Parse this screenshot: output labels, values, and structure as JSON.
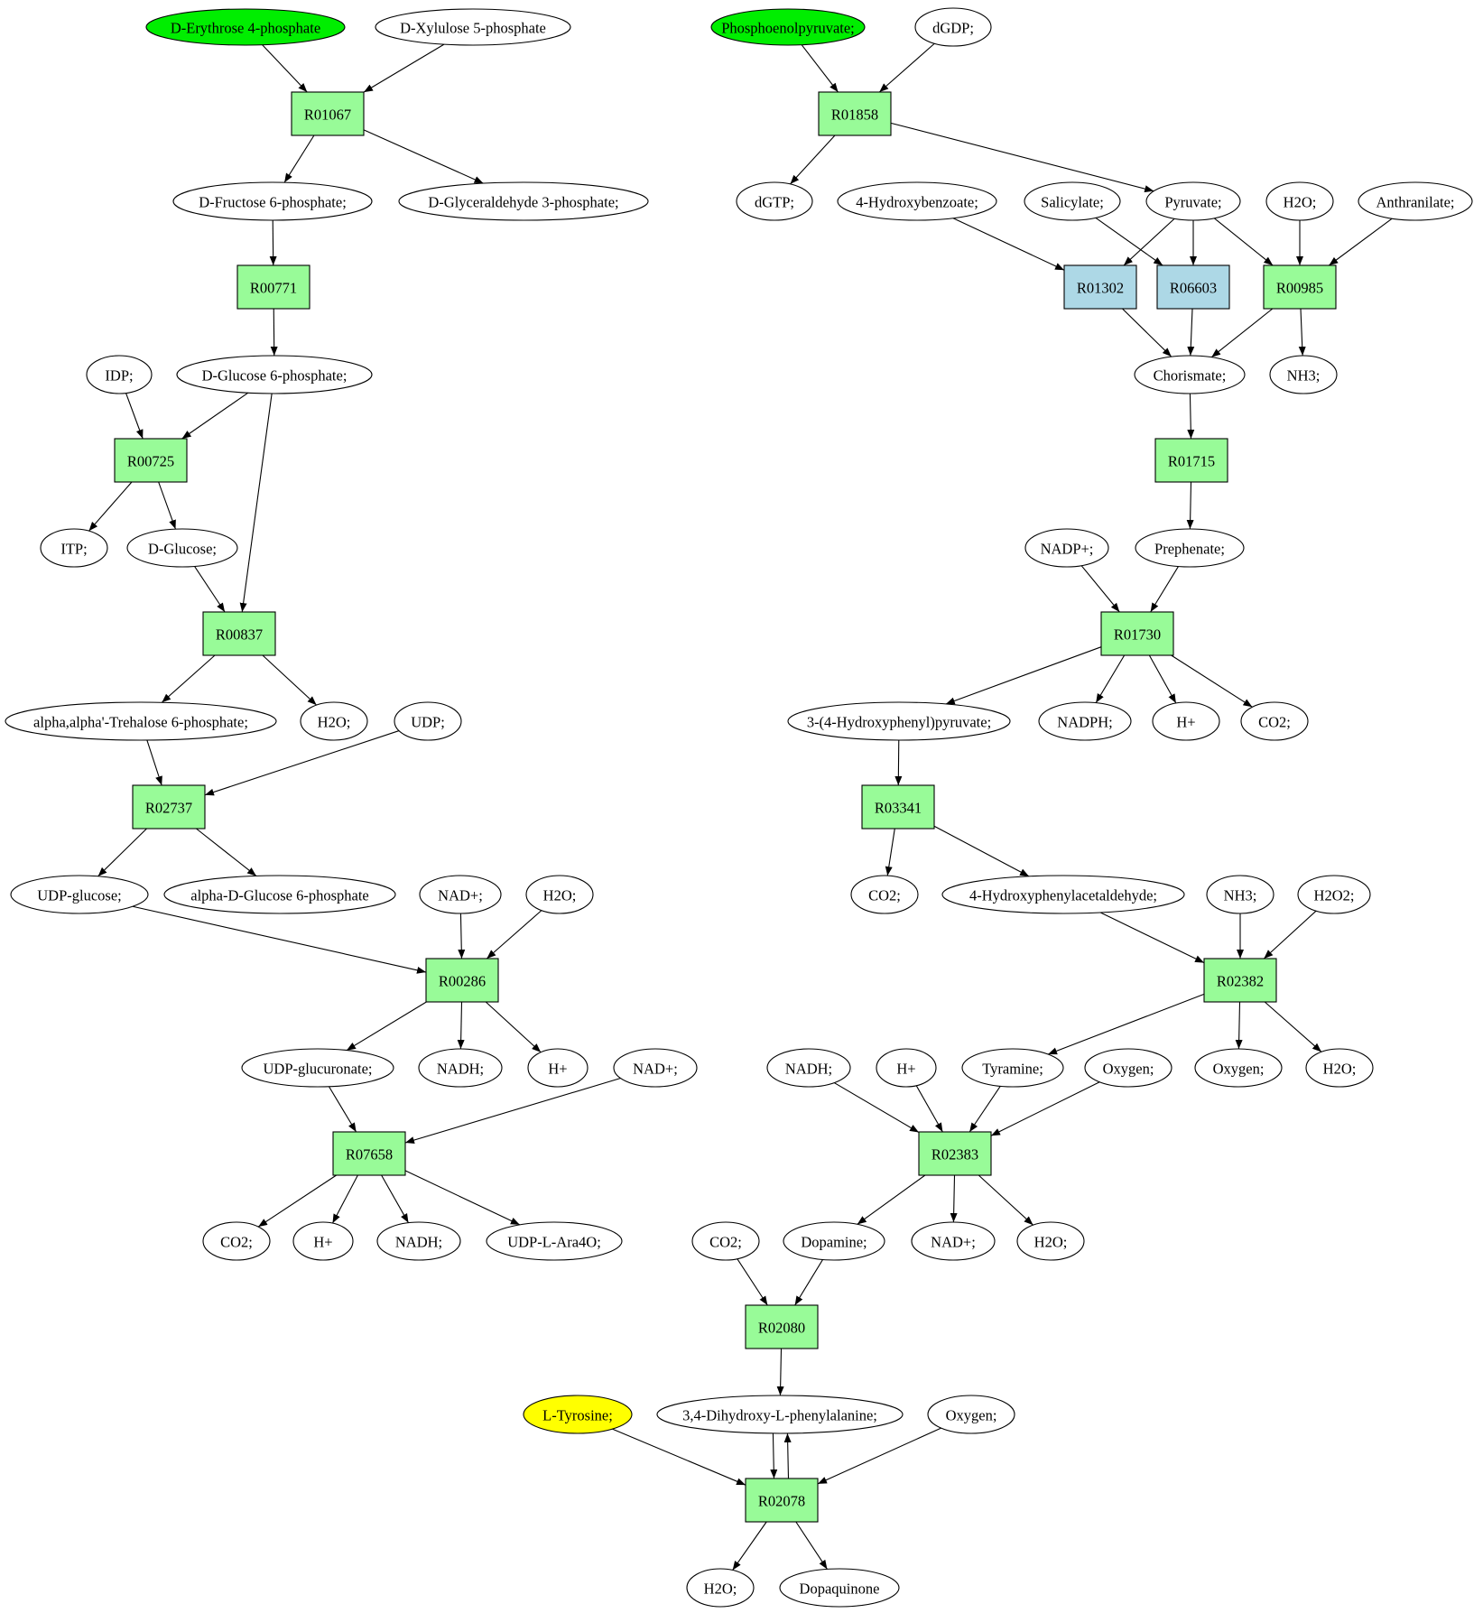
{
  "colors": {
    "reaction": "#98fb98",
    "reaction_alt": "#add8e6",
    "start_compound": "#00ee00",
    "target_compound": "#ffff00",
    "compound": "#ffffff"
  },
  "compounds": [
    {
      "id": "c1",
      "label": "D-Erythrose 4-phosphate",
      "fill": "start_compound"
    },
    {
      "id": "c2",
      "label": "D-Xylulose 5-phosphate"
    },
    {
      "id": "c3",
      "label": "D-Fructose 6-phosphate;"
    },
    {
      "id": "c4",
      "label": "D-Glyceraldehyde 3-phosphate;"
    },
    {
      "id": "c5",
      "label": "IDP;"
    },
    {
      "id": "c6",
      "label": "D-Glucose 6-phosphate;"
    },
    {
      "id": "c7",
      "label": "ITP;"
    },
    {
      "id": "c8",
      "label": "D-Glucose;"
    },
    {
      "id": "c9",
      "label": "alpha,alpha'-Trehalose 6-phosphate;"
    },
    {
      "id": "c10",
      "label": "H2O;"
    },
    {
      "id": "c11",
      "label": "UDP;"
    },
    {
      "id": "c12",
      "label": "UDP-glucose;"
    },
    {
      "id": "c13",
      "label": "alpha-D-Glucose 6-phosphate"
    },
    {
      "id": "c14",
      "label": "NAD+;"
    },
    {
      "id": "c15",
      "label": "H2O;"
    },
    {
      "id": "c16",
      "label": "UDP-glucuronate;"
    },
    {
      "id": "c17",
      "label": "NADH;"
    },
    {
      "id": "c18",
      "label": "H+"
    },
    {
      "id": "c19",
      "label": "NAD+;"
    },
    {
      "id": "c20",
      "label": "CO2;"
    },
    {
      "id": "c21",
      "label": "H+"
    },
    {
      "id": "c22",
      "label": "NADH;"
    },
    {
      "id": "c23",
      "label": "UDP-L-Ara4O;"
    },
    {
      "id": "c24",
      "label": "Phosphoenolpyruvate;",
      "fill": "start_compound"
    },
    {
      "id": "c25",
      "label": "dGDP;"
    },
    {
      "id": "c26",
      "label": "dGTP;"
    },
    {
      "id": "c27",
      "label": "4-Hydroxybenzoate;"
    },
    {
      "id": "c28",
      "label": "Salicylate;"
    },
    {
      "id": "c29",
      "label": "Pyruvate;"
    },
    {
      "id": "c30",
      "label": "H2O;"
    },
    {
      "id": "c31",
      "label": "Anthranilate;"
    },
    {
      "id": "c32",
      "label": "Chorismate;"
    },
    {
      "id": "c33",
      "label": "NH3;"
    },
    {
      "id": "c34",
      "label": "NADP+;"
    },
    {
      "id": "c35",
      "label": "Prephenate;"
    },
    {
      "id": "c36",
      "label": "3-(4-Hydroxyphenyl)pyruvate;"
    },
    {
      "id": "c37",
      "label": "NADPH;"
    },
    {
      "id": "c38",
      "label": "H+"
    },
    {
      "id": "c39",
      "label": "CO2;"
    },
    {
      "id": "c40",
      "label": "CO2;"
    },
    {
      "id": "c41",
      "label": "4-Hydroxyphenylacetaldehyde;"
    },
    {
      "id": "c42",
      "label": "NH3;"
    },
    {
      "id": "c43",
      "label": "H2O2;"
    },
    {
      "id": "c44",
      "label": "NADH;"
    },
    {
      "id": "c45",
      "label": "H+"
    },
    {
      "id": "c46",
      "label": "Tyramine;"
    },
    {
      "id": "c47",
      "label": "Oxygen;"
    },
    {
      "id": "c48",
      "label": "Oxygen;"
    },
    {
      "id": "c49",
      "label": "H2O;"
    },
    {
      "id": "c50",
      "label": "CO2;"
    },
    {
      "id": "c51",
      "label": "Dopamine;"
    },
    {
      "id": "c52",
      "label": "NAD+;"
    },
    {
      "id": "c53",
      "label": "H2O;"
    },
    {
      "id": "c54",
      "label": "L-Tyrosine;",
      "fill": "target_compound"
    },
    {
      "id": "c55",
      "label": "3,4-Dihydroxy-L-phenylalanine;"
    },
    {
      "id": "c56",
      "label": "Oxygen;"
    },
    {
      "id": "c57",
      "label": "H2O;"
    },
    {
      "id": "c58",
      "label": "Dopaquinone"
    }
  ],
  "reactions": [
    {
      "id": "R01067",
      "label": "R01067"
    },
    {
      "id": "R00771",
      "label": "R00771"
    },
    {
      "id": "R00725",
      "label": "R00725"
    },
    {
      "id": "R00837",
      "label": "R00837"
    },
    {
      "id": "R02737",
      "label": "R02737"
    },
    {
      "id": "R00286",
      "label": "R00286"
    },
    {
      "id": "R07658",
      "label": "R07658"
    },
    {
      "id": "R01858",
      "label": "R01858"
    },
    {
      "id": "R01302",
      "label": "R01302",
      "fill": "reaction_alt"
    },
    {
      "id": "R06603",
      "label": "R06603",
      "fill": "reaction_alt"
    },
    {
      "id": "R00985",
      "label": "R00985"
    },
    {
      "id": "R01715",
      "label": "R01715"
    },
    {
      "id": "R01730",
      "label": "R01730"
    },
    {
      "id": "R03341",
      "label": "R03341"
    },
    {
      "id": "R02382",
      "label": "R02382"
    },
    {
      "id": "R02383",
      "label": "R02383"
    },
    {
      "id": "R02080",
      "label": "R02080"
    },
    {
      "id": "R02078",
      "label": "R02078"
    }
  ],
  "edges": [
    [
      "c1",
      "R01067"
    ],
    [
      "c2",
      "R01067"
    ],
    [
      "R01067",
      "c3"
    ],
    [
      "R01067",
      "c4"
    ],
    [
      "c3",
      "R00771"
    ],
    [
      "R00771",
      "c6"
    ],
    [
      "c5",
      "R00725"
    ],
    [
      "c6",
      "R00725"
    ],
    [
      "R00725",
      "c7"
    ],
    [
      "R00725",
      "c8"
    ],
    [
      "c8",
      "R00837"
    ],
    [
      "c6",
      "R00837"
    ],
    [
      "R00837",
      "c9"
    ],
    [
      "R00837",
      "c10"
    ],
    [
      "c9",
      "R02737"
    ],
    [
      "c11",
      "R02737"
    ],
    [
      "R02737",
      "c12"
    ],
    [
      "R02737",
      "c13"
    ],
    [
      "c12",
      "R00286"
    ],
    [
      "c14",
      "R00286"
    ],
    [
      "c15",
      "R00286"
    ],
    [
      "R00286",
      "c16"
    ],
    [
      "R00286",
      "c17"
    ],
    [
      "R00286",
      "c18"
    ],
    [
      "c16",
      "R07658"
    ],
    [
      "c19",
      "R07658"
    ],
    [
      "R07658",
      "c20"
    ],
    [
      "R07658",
      "c21"
    ],
    [
      "R07658",
      "c22"
    ],
    [
      "R07658",
      "c23"
    ],
    [
      "c24",
      "R01858"
    ],
    [
      "c25",
      "R01858"
    ],
    [
      "R01858",
      "c26"
    ],
    [
      "R01858",
      "c29"
    ],
    [
      "c27",
      "R01302"
    ],
    [
      "c29",
      "R01302"
    ],
    [
      "c28",
      "R06603"
    ],
    [
      "c29",
      "R06603"
    ],
    [
      "c29",
      "R00985"
    ],
    [
      "c30",
      "R00985"
    ],
    [
      "c31",
      "R00985"
    ],
    [
      "R01302",
      "c32"
    ],
    [
      "R06603",
      "c32"
    ],
    [
      "R00985",
      "c32"
    ],
    [
      "R00985",
      "c33"
    ],
    [
      "c32",
      "R01715"
    ],
    [
      "R01715",
      "c35"
    ],
    [
      "c34",
      "R01730"
    ],
    [
      "c35",
      "R01730"
    ],
    [
      "R01730",
      "c36"
    ],
    [
      "R01730",
      "c37"
    ],
    [
      "R01730",
      "c38"
    ],
    [
      "R01730",
      "c39"
    ],
    [
      "c36",
      "R03341"
    ],
    [
      "R03341",
      "c40"
    ],
    [
      "R03341",
      "c41"
    ],
    [
      "c41",
      "R02382"
    ],
    [
      "c42",
      "R02382"
    ],
    [
      "c43",
      "R02382"
    ],
    [
      "R02382",
      "c46"
    ],
    [
      "R02382",
      "c48"
    ],
    [
      "R02382",
      "c49"
    ],
    [
      "c44",
      "R02383"
    ],
    [
      "c45",
      "R02383"
    ],
    [
      "c46",
      "R02383"
    ],
    [
      "c47",
      "R02383"
    ],
    [
      "R02383",
      "c51"
    ],
    [
      "R02383",
      "c52"
    ],
    [
      "R02383",
      "c53"
    ],
    [
      "c50",
      "R02080"
    ],
    [
      "c51",
      "R02080"
    ],
    [
      "R02080",
      "c55"
    ],
    [
      "c54",
      "R02078"
    ],
    [
      "c55",
      "R02078"
    ],
    [
      "c56",
      "R02078"
    ],
    [
      "R02078",
      "c55"
    ],
    [
      "R02078",
      "c57"
    ],
    [
      "R02078",
      "c58"
    ]
  ]
}
